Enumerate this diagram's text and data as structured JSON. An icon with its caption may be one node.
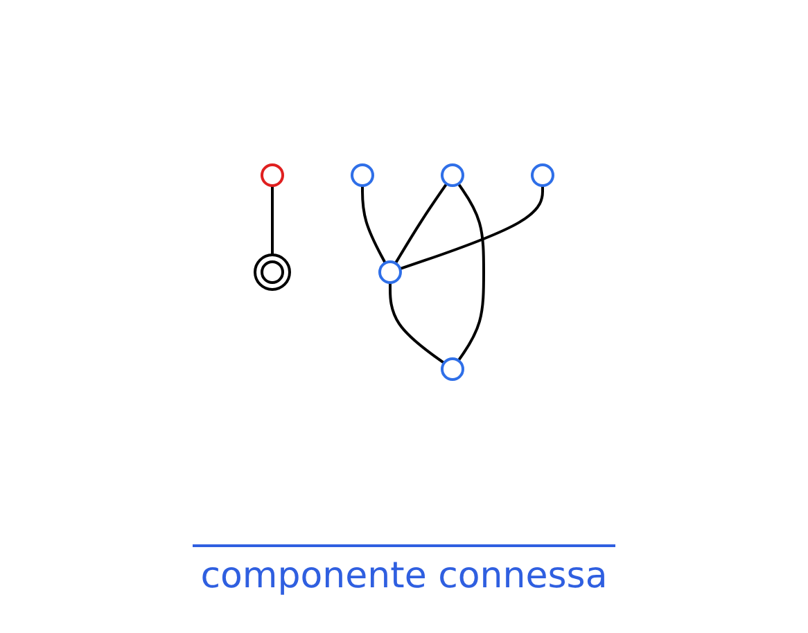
{
  "diagram": {
    "nodes": [
      {
        "text": [],
        "shape": "circle"
      },
      {
        "text": [],
        "shape": "circle"
      },
      {
        "text": [],
        "shape": "circle"
      },
      {
        "text": [],
        "shape": "circle"
      },
      {
        "text": [],
        "shape": "circle"
      },
      {
        "text": [],
        "shape": "circle"
      },
      {
        "text": [],
        "shape": "circle"
      }
    ],
    "edges": [
      {
        "from": 0,
        "to": 2,
        "arrow": "none"
      },
      {
        "from": 1,
        "to": 2,
        "arrow": "none"
      },
      {
        "from": 3,
        "to": 2,
        "arrow": "none"
      },
      {
        "from": 3,
        "to": 4,
        "arrow": "none"
      },
      {
        "from": 2,
        "to": 4,
        "arrow": "none"
      },
      {
        "from": 5,
        "to": 6,
        "arrow": "none"
      }
    ],
    "labels": [
      "componente connessa"
    ]
  }
}
